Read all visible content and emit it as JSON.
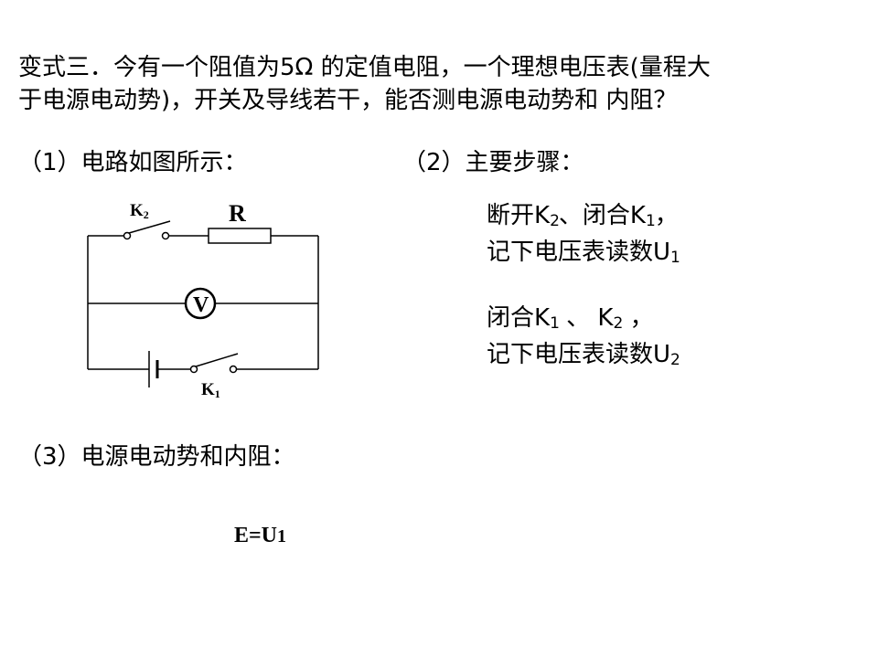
{
  "problem": {
    "line1": "变式三．今有一个阻值为5Ω 的定值电阻，一个理想电压表(量程大",
    "line2": "于电源电动势)，开关及导线若干，能否测电源电动势和 内阻？"
  },
  "part1": {
    "label": "（1）电路如图所示："
  },
  "part2": {
    "label": "（2）主要步骤：",
    "step1": {
      "a_pre": "断开K",
      "a_sub": "2",
      "a_mid": "、闭合K",
      "a_sub2": "1",
      "a_post": "，",
      "b_pre": "记下电压表读数U",
      "b_sub": "1"
    },
    "step2": {
      "a_pre": "闭合K",
      "a_sub": "1",
      "a_mid": " 、 K",
      "a_sub2": "2",
      "a_post": " ，",
      "b_pre": "记下电压表读数U",
      "b_sub": "2"
    }
  },
  "part3": {
    "label": "（3）电源电动势和内阻："
  },
  "formula": {
    "pre": "E=U",
    "sub": "1"
  },
  "circuit": {
    "k2_letter": "K",
    "k2_sub": "2",
    "resistor": "R",
    "voltmeter": "V",
    "k1_letter": "K",
    "k1_sub": "1"
  }
}
